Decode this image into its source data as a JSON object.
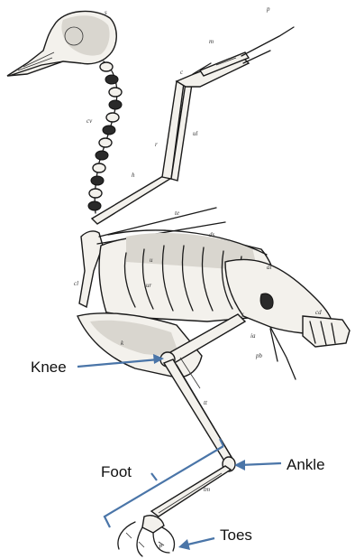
{
  "labels": {
    "knee": "Knee",
    "ankle": "Ankle",
    "foot": "Foot",
    "toes": "Toes"
  },
  "specimen_marks": [
    "s",
    "cv",
    "h",
    "r",
    "ul",
    "p",
    "m",
    "c",
    "te",
    "ds",
    "u",
    "ur",
    "al",
    "cd",
    "f",
    "ia",
    "pb",
    "k",
    "tt",
    "tm",
    "cl"
  ],
  "colors": {
    "arrow": "#4a75a8",
    "bone": "#f3f1ec",
    "ink": "#1a1a1a"
  }
}
